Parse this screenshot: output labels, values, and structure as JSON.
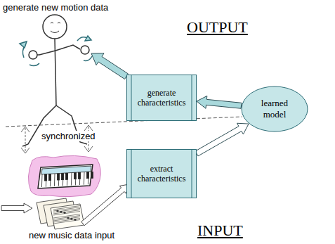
{
  "diagram": {
    "nodes": [
      {
        "text": [
          "generate characteristics"
        ]
      },
      {
        "text": [
          "learned model"
        ]
      },
      {
        "text": [
          "extract characteristics"
        ]
      }
    ],
    "edges": [
      {
        "from": 2,
        "to": 1,
        "arrow": "to"
      },
      {
        "from": 1,
        "to": 0,
        "arrow": "to"
      }
    ],
    "labels": [
      "generate new motion data",
      "OUTPUT",
      "synchronized",
      "new music data input",
      "INPUT"
    ]
  }
}
